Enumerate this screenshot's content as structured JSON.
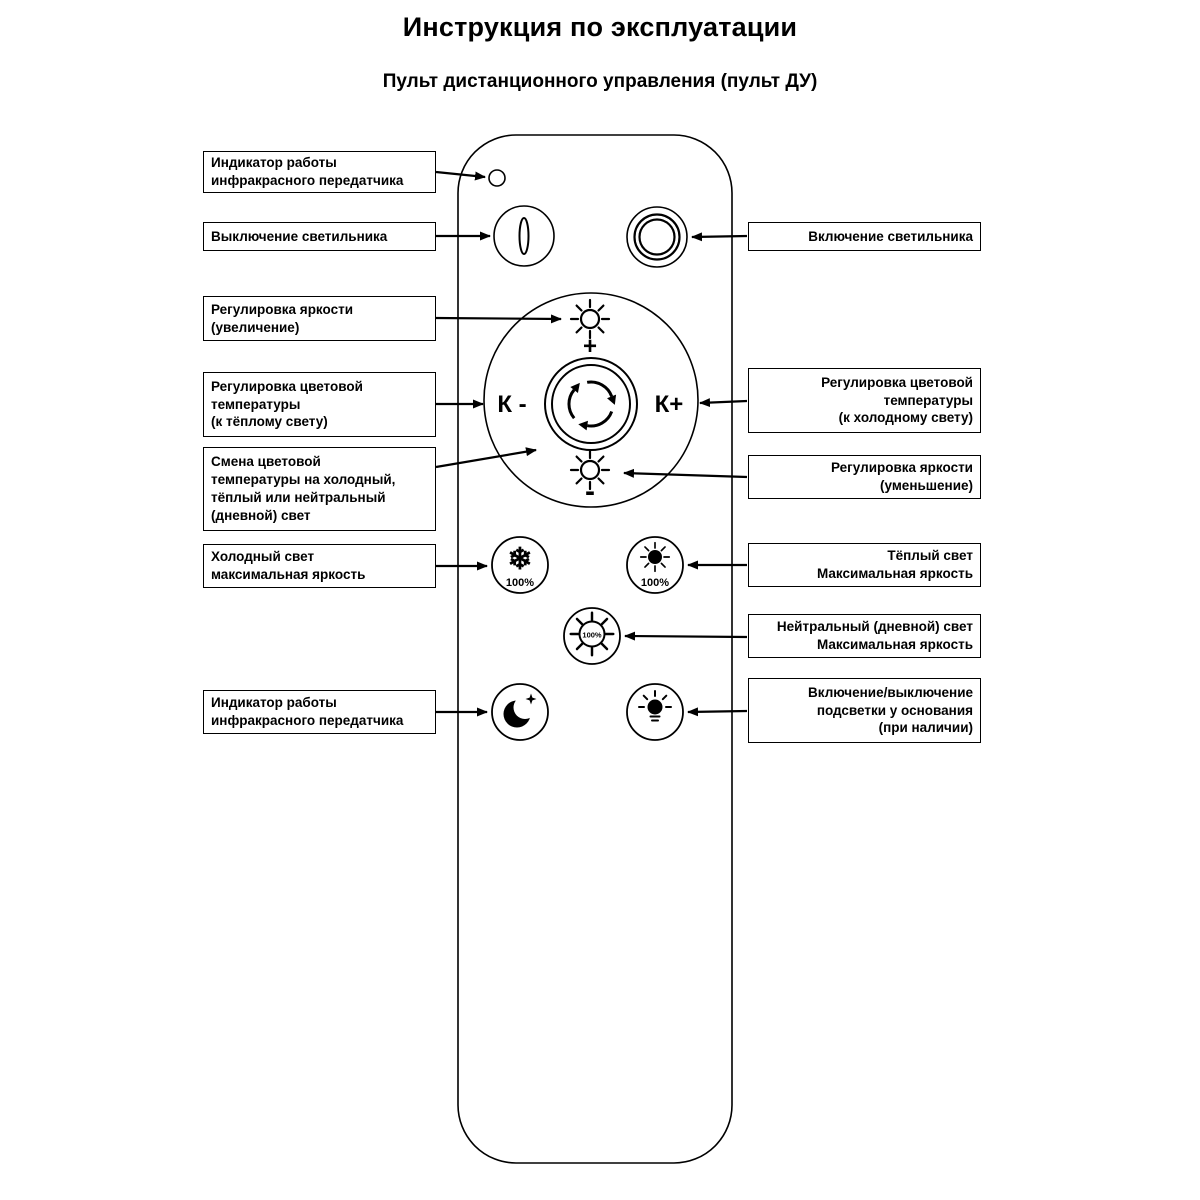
{
  "title": "Инструкция по эксплуатации",
  "subtitle": "Пульт дистанционного управления (пульт ДУ)",
  "callouts_left": [
    {
      "text": "Индикатор работы\nинфракрасного передатчика"
    },
    {
      "text": "Выключение светильника"
    },
    {
      "text": "Регулировка яркости\n(увеличение)"
    },
    {
      "text": "Регулировка цветовой\nтемпературы\n(к тёплому свету)"
    },
    {
      "text": "Смена цветовой\nтемпературы на холодный,\nтёплый или нейтральный\n(дневной) свет"
    },
    {
      "text": "Холодный свет\nмаксимальная яркость"
    },
    {
      "text": "Индикатор работы\nинфракрасного передатчика"
    }
  ],
  "callouts_right": [
    {
      "text": "Включение светильника"
    },
    {
      "text": "Регулировка цветовой\nтемпературы\n(к холодному свету)"
    },
    {
      "text": "Регулировка яркости\n(уменьшение)"
    },
    {
      "text": "Тёплый свет\nМаксимальная яркость"
    },
    {
      "text": "Нейтральный (дневной) свет\nМаксимальная яркость"
    },
    {
      "text": "Включение/выключение\nподсветки у основания\n(при наличии)"
    }
  ],
  "remote": {
    "k_minus": "К -",
    "k_plus": "К+",
    "plus": "+",
    "minus": "-",
    "percent_100": "100%",
    "snowflake_glyph": "❄"
  },
  "colors": {
    "ink": "#000000",
    "paper": "#ffffff"
  }
}
